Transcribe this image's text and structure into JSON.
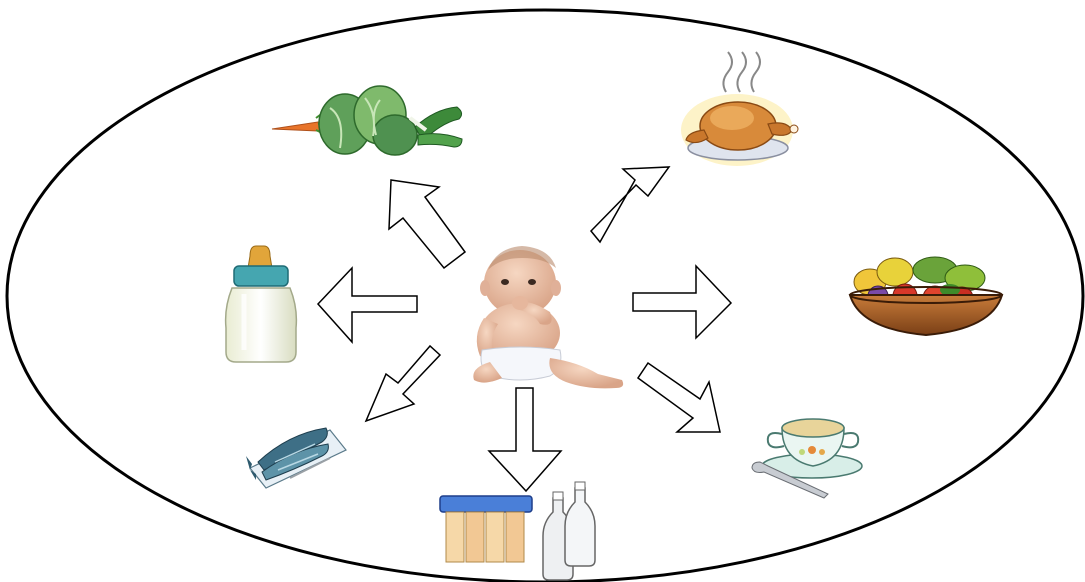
{
  "diagram": {
    "center": {
      "icon": "baby-icon"
    },
    "items": [
      {
        "id": "vegetables",
        "icon": "vegetables-icon"
      },
      {
        "id": "roast-chicken",
        "icon": "roast-chicken-icon"
      },
      {
        "id": "milk-bottle",
        "icon": "baby-bottle-icon"
      },
      {
        "id": "fruit-bowl",
        "icon": "fruit-bowl-icon"
      },
      {
        "id": "fish",
        "icon": "fish-icon"
      },
      {
        "id": "yogurt-and-milk",
        "icon": "yogurt-milk-icon"
      },
      {
        "id": "soup",
        "icon": "soup-icon"
      }
    ],
    "colors": {
      "outline": "#000000",
      "background": "#ffffff"
    }
  }
}
